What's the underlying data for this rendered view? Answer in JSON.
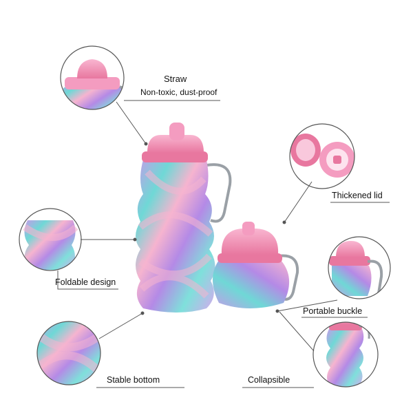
{
  "features": [
    {
      "id": "straw",
      "title": "Straw",
      "subtitle": "Non-toxic, dust-proof"
    },
    {
      "id": "thickened-lid",
      "title": "Thickened lid"
    },
    {
      "id": "foldable-design",
      "title": "Foldable design"
    },
    {
      "id": "portable-buckle",
      "title": "Portable buckle"
    },
    {
      "id": "stable-bottom",
      "title": "Stable bottom"
    },
    {
      "id": "collapsible",
      "title": "Collapsible"
    }
  ],
  "colors": {
    "pink": "#f49cc0",
    "pink_dark": "#e8779f",
    "purple": "#c59be8",
    "cyan": "#6fd8d6",
    "lilac": "#d8b6f0",
    "metal": "#9aa0a6",
    "line": "#555555"
  }
}
